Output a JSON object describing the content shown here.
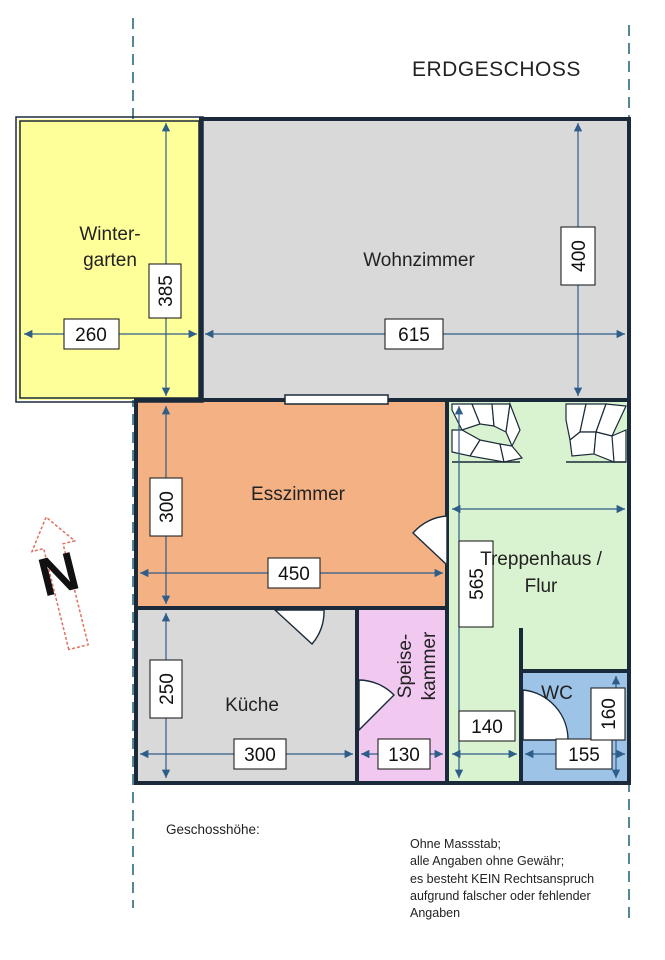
{
  "floor_title": "ERDGESCHOSS",
  "rooms": {
    "wintergarten": {
      "line1": "Winter-",
      "line2": "garten",
      "color": "#ffff99"
    },
    "wohnzimmer": {
      "label": "Wohnzimmer",
      "color": "#d9d9d9"
    },
    "esszimmer": {
      "label": "Esszimmer",
      "color": "#f4b183"
    },
    "treppenhaus": {
      "line1": "Treppenhaus /",
      "line2": "Flur",
      "color": "#d9f2d0"
    },
    "kueche": {
      "label": "Küche",
      "color": "#d9d9d9"
    },
    "speisekammer": {
      "line1": "Speise-",
      "line2": "kammer",
      "color": "#f0c8f0"
    },
    "wc": {
      "label": "WC",
      "color": "#9dc3e6"
    }
  },
  "dimensions": {
    "wintergarten_width": "260",
    "wintergarten_depth": "385",
    "wohnzimmer_width": "615",
    "wohnzimmer_depth": "400",
    "esszimmer_depth": "300",
    "esszimmer_width": "450",
    "treppenhaus_depth": "565",
    "treppenhaus_width": "140",
    "kueche_depth": "250",
    "kueche_width": "300",
    "speisekammer_width": "130",
    "wc_depth": "160",
    "wc_width": "155"
  },
  "north_label": "N",
  "height_label": "Geschosshöhe:",
  "disclaimer": [
    "Ohne Massstab;",
    "alle Angaben ohne Gewähr;",
    "es besteht KEIN Rechtsanspruch",
    "aufgrund falscher oder fehlender",
    "Angaben"
  ],
  "colors": {
    "wall": "#1b2a3a",
    "dimension_line": "#2e5d8a",
    "north_arrow": "#e07060"
  }
}
